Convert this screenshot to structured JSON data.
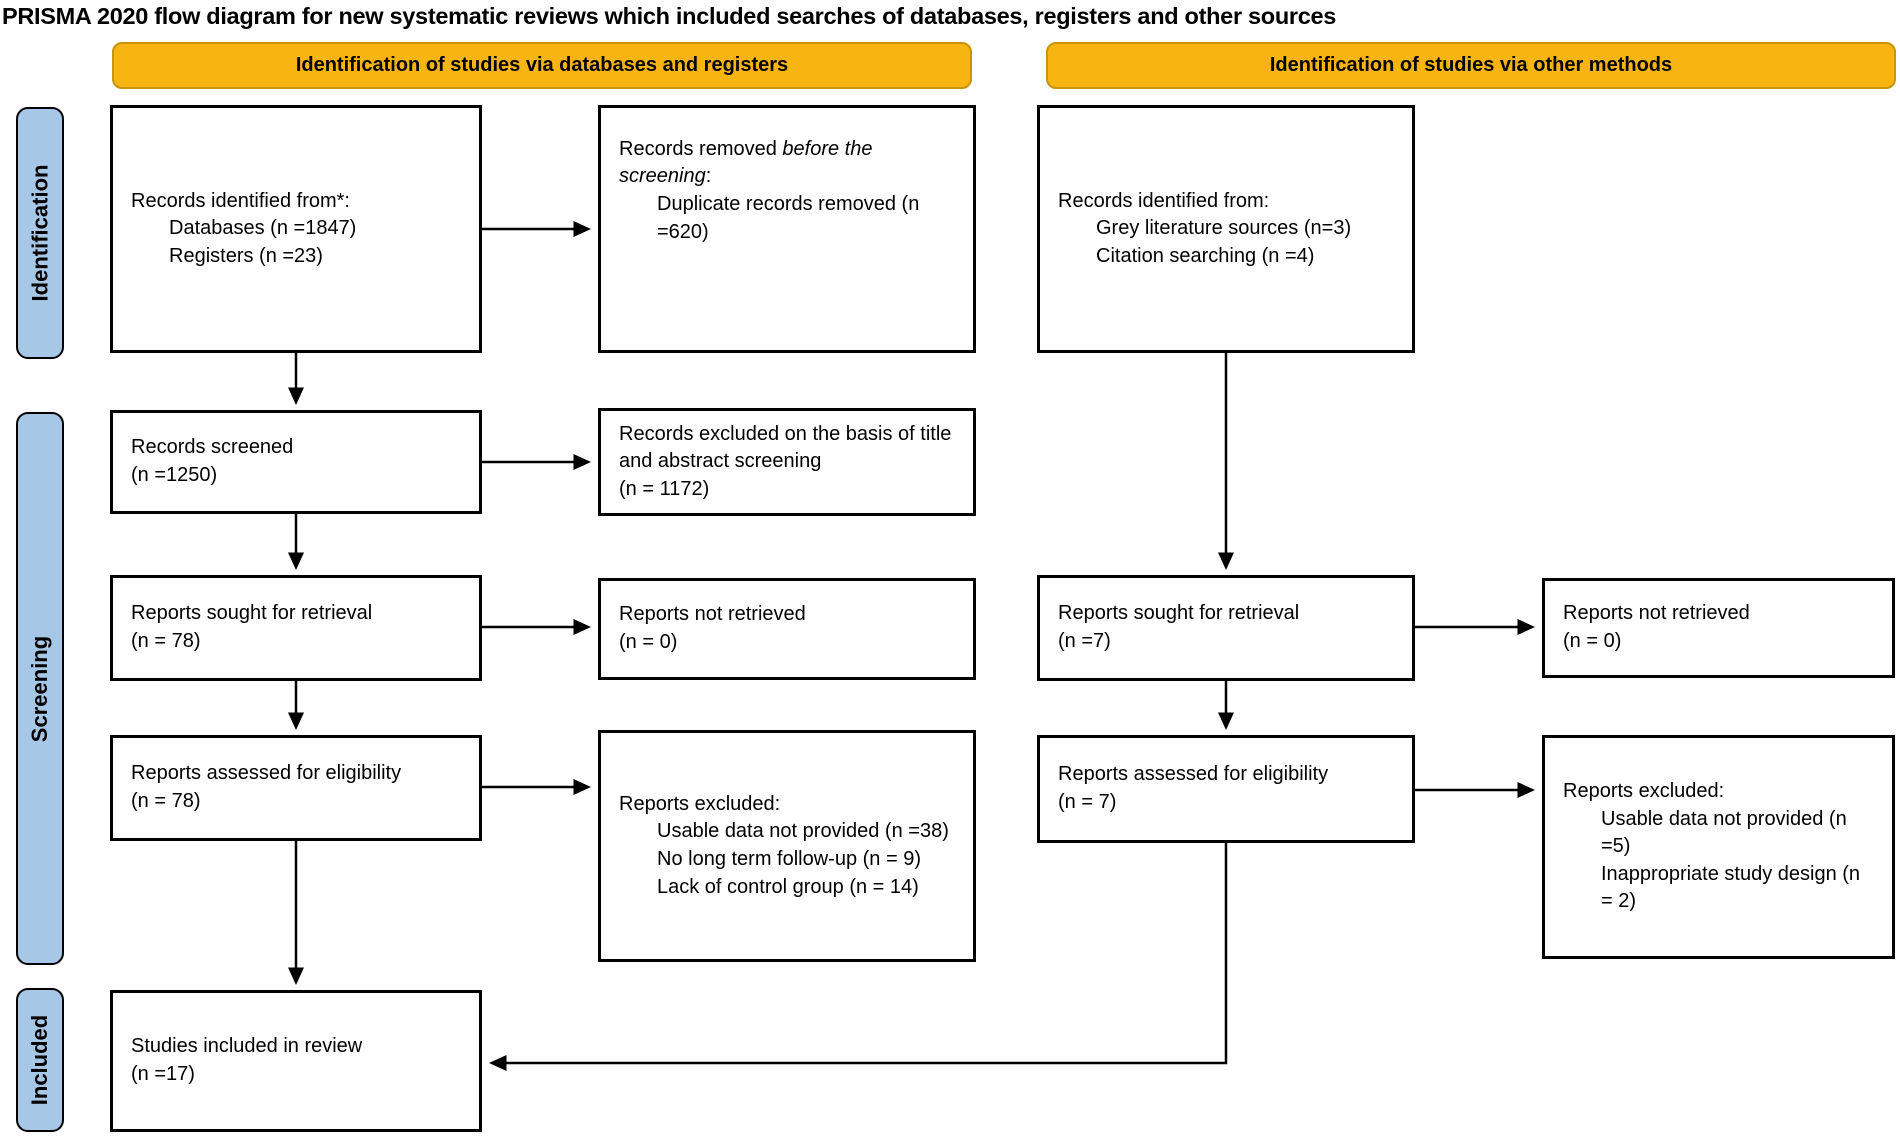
{
  "title": "PRISMA 2020 flow diagram for new systematic reviews which included searches of databases, registers and other sources",
  "banners": {
    "databases_registers": "Identification of studies via databases and registers",
    "other_methods": "Identification of studies via other methods"
  },
  "stage_labels": {
    "identification": "Identification",
    "screening": "Screening",
    "included": "Included"
  },
  "colors": {
    "banner_fill": "#f8b411",
    "banner_border": "#c9940a",
    "stage_fill": "#a7c7e7",
    "stage_border": "#000000",
    "box_border": "#000000",
    "arrow": "#000000"
  },
  "boxes": {
    "records_identified_db": {
      "title": "Records identified from*:",
      "item1": "Databases (n =1847)",
      "item2": "Registers (n =23)"
    },
    "records_removed": {
      "pre": "Records removed ",
      "italic": "before the screening",
      "post": ":",
      "item1": "Duplicate records removed (n =620)"
    },
    "records_identified_other": {
      "title": "Records identified from:",
      "item1": "Grey literature sources (n=3)",
      "item2": "Citation searching (n =4)"
    },
    "records_screened": {
      "line1": "Records screened",
      "line2": "(n =1250)"
    },
    "records_excluded": {
      "line1": "Records excluded on the basis of title and abstract screening",
      "line2": "(n = 1172)"
    },
    "reports_sought_db": {
      "line1": "Reports sought for retrieval",
      "line2": "(n = 78)"
    },
    "reports_not_retrieved_db": {
      "line1": "Reports not retrieved",
      "line2": "(n = 0)"
    },
    "reports_assessed_db": {
      "line1": "Reports assessed for eligibility",
      "line2": "(n = 78)"
    },
    "reports_excluded_db": {
      "title": "Reports excluded:",
      "item1": "Usable data not provided (n =38)",
      "item2": "No long term follow-up (n = 9)",
      "item3": "Lack of control group (n = 14)"
    },
    "reports_sought_other": {
      "line1": "Reports sought for retrieval",
      "line2": "(n =7)"
    },
    "reports_not_retrieved_other": {
      "line1": "Reports not retrieved",
      "line2": "(n = 0)"
    },
    "reports_assessed_other": {
      "line1": "Reports assessed for eligibility",
      "line2": "(n = 7)"
    },
    "reports_excluded_other": {
      "title": "Reports excluded:",
      "item1": "Usable data not provided (n =5)",
      "item2": "Inappropriate study design (n = 2)"
    },
    "studies_included": {
      "line1": "Studies included in review",
      "line2": "(n =17)"
    }
  }
}
